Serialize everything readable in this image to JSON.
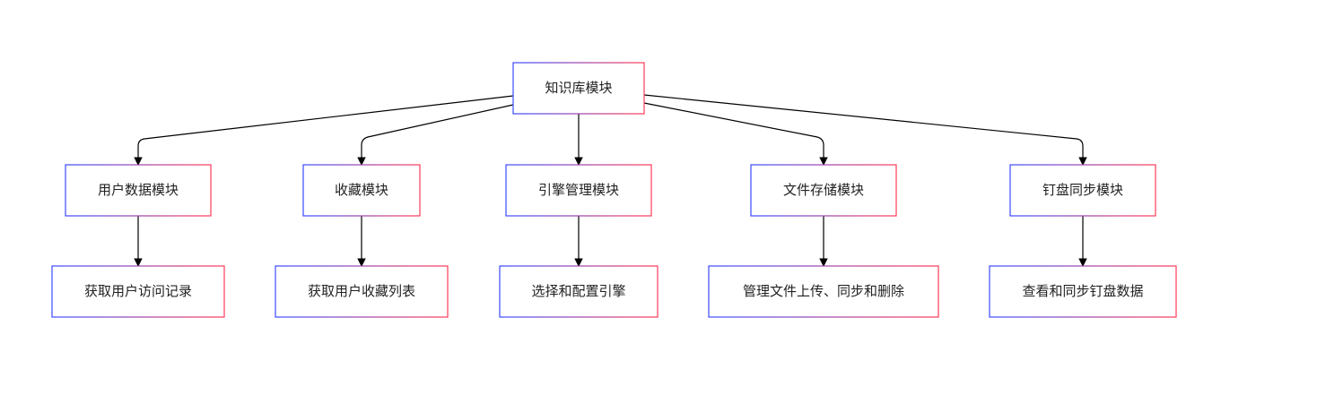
{
  "colors": {
    "border_left": "#3a4bff",
    "border_right": "#ff3a5a",
    "edge": "#000000",
    "text": "#222222",
    "background": "#ffffff"
  },
  "root": {
    "id": "root",
    "label": "知识库模块"
  },
  "modules": [
    {
      "id": "user-data",
      "label": "用户数据模块",
      "detail": "获取用户访问记录"
    },
    {
      "id": "favorites",
      "label": "收藏模块",
      "detail": "获取用户收藏列表"
    },
    {
      "id": "engine",
      "label": "引擎管理模块",
      "detail": "选择和配置引擎"
    },
    {
      "id": "file-storage",
      "label": "文件存储模块",
      "detail": "管理文件上传、同步和删除"
    },
    {
      "id": "dingpan-sync",
      "label": "钉盘同步模块",
      "detail": "查看和同步钉盘数据"
    }
  ]
}
